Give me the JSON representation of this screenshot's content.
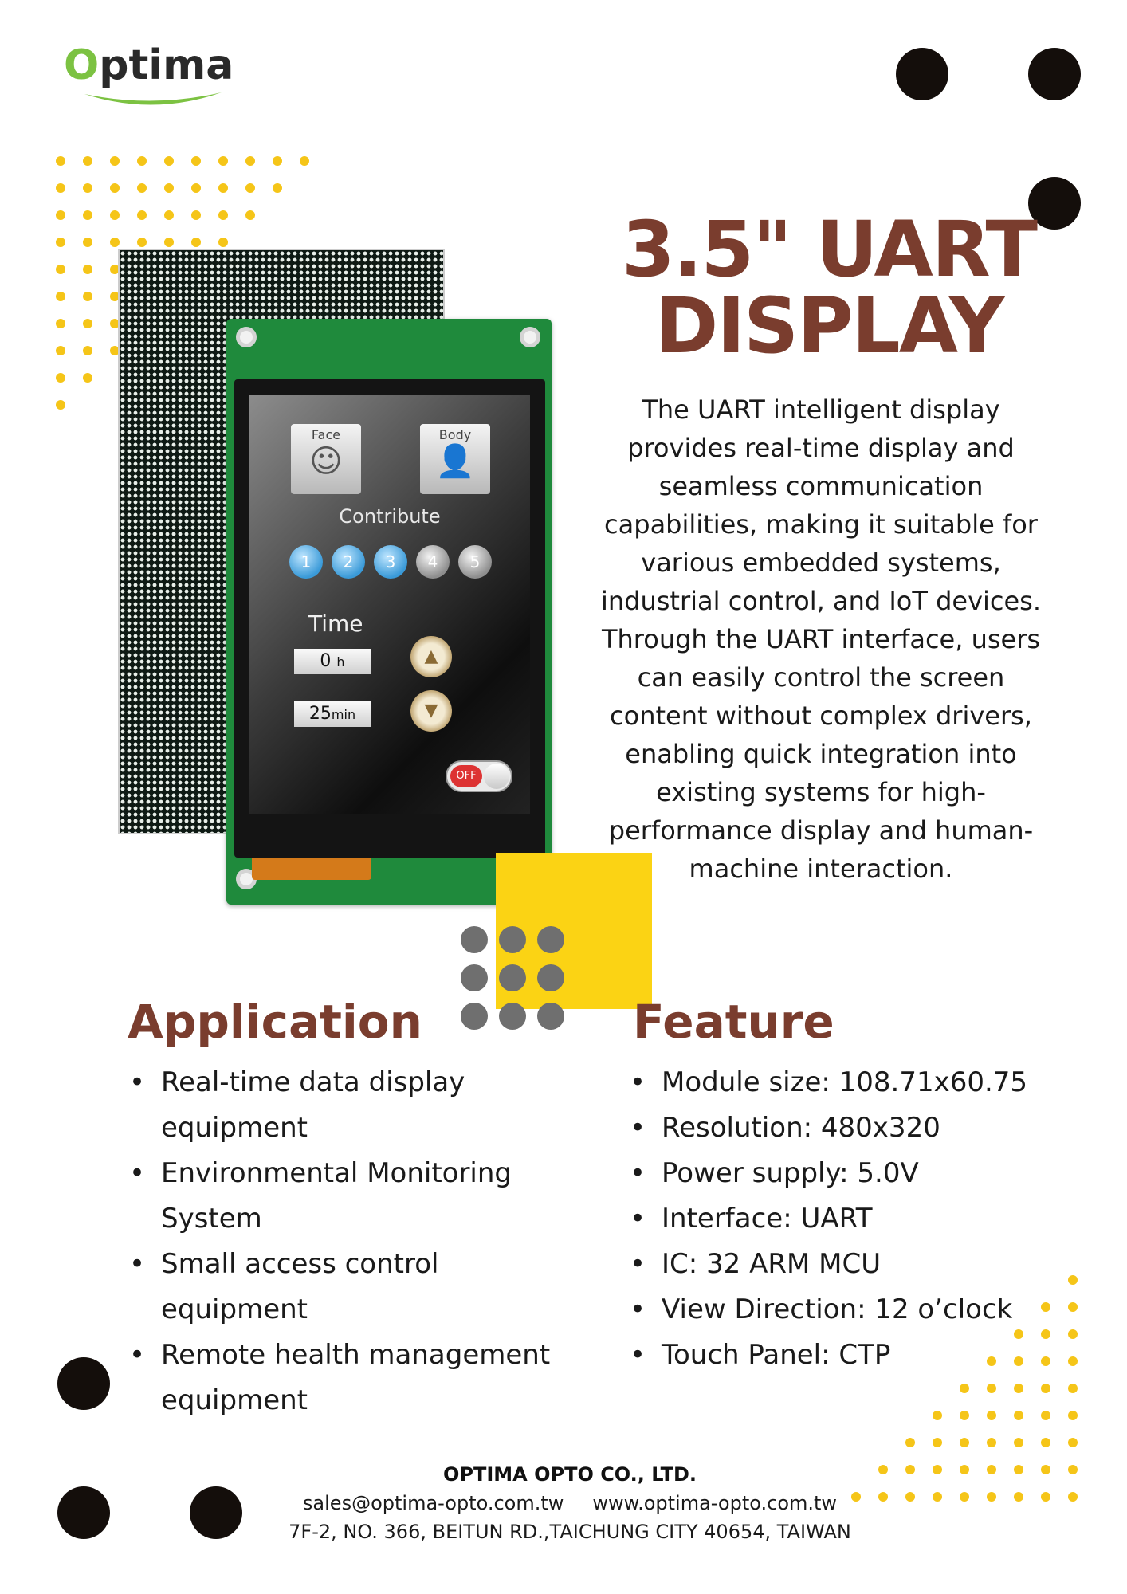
{
  "brand": {
    "logo_first": "O",
    "logo_rest": "ptima"
  },
  "title": {
    "line1": "3.5\" UART",
    "line2": "DISPLAY"
  },
  "description": "The UART intelligent display provides real-time display and seamless communication capabilities, making it suitable for various embedded systems, industrial control, and IoT devices. Through the UART interface, users can easily control the screen content without complex drivers, enabling quick integration into existing systems for high-performance display and human-machine interaction.",
  "device_screen": {
    "face_label": "Face",
    "body_label": "Body",
    "contribute_label": "Contribute",
    "steps": [
      "1",
      "2",
      "3",
      "4",
      "5"
    ],
    "time_label": "Time",
    "hours_value": "0",
    "hours_unit": "h",
    "minutes_value": "25",
    "minutes_unit": "min",
    "toggle_label": "OFF"
  },
  "application": {
    "heading": "Application",
    "items": [
      "Real-time data display equipment",
      "Environmental Monitoring System",
      "Small access control equipment",
      "Remote health management equipment"
    ]
  },
  "feature": {
    "heading": "Feature",
    "items": [
      "Module size: 108.71x60.75",
      "Resolution: 480x320",
      "Power supply: 5.0V",
      "Interface: UART",
      "IC: 32 ARM MCU",
      "View Direction: 12 o’clock",
      "Touch Panel: CTP"
    ]
  },
  "footer": {
    "company": "OPTIMA OPTO CO., LTD.",
    "email": "sales@optima-opto.com.tw",
    "website": "www.optima-opto.com.tw",
    "address": "7F-2, NO. 366, BEITUN RD.,TAICHUNG CITY 40654, TAIWAN"
  },
  "colors": {
    "accent_brown": "#7a3d2e",
    "accent_yellow": "#fbd314",
    "logo_green": "#7cc242",
    "dot_black": "#140e0b"
  }
}
